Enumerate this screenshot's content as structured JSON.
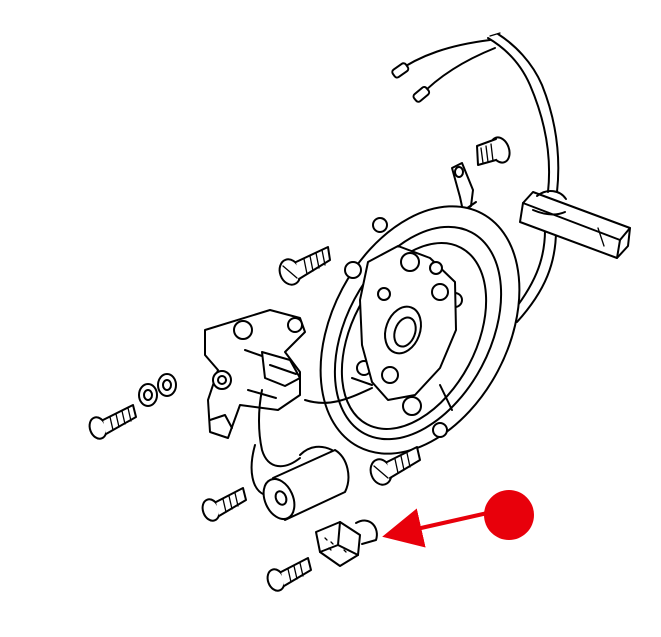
{
  "figure": {
    "background": "#ffffff",
    "line_color": "#000000",
    "callout_color": "#e8000b",
    "parts": [
      "lead-wires",
      "wire-harness",
      "mounting-bolt",
      "wire-clip",
      "rubber-grommet",
      "stator-plate",
      "contact-breaker-points",
      "plate-screw-upper",
      "plate-screw-lower",
      "points-screw",
      "washers",
      "condenser",
      "condenser-screw",
      "lubrication-felt",
      "felt-screw"
    ],
    "callout": {
      "target": "lubrication-felt",
      "marker": "red-dot",
      "pointer": "arrow-left"
    }
  }
}
